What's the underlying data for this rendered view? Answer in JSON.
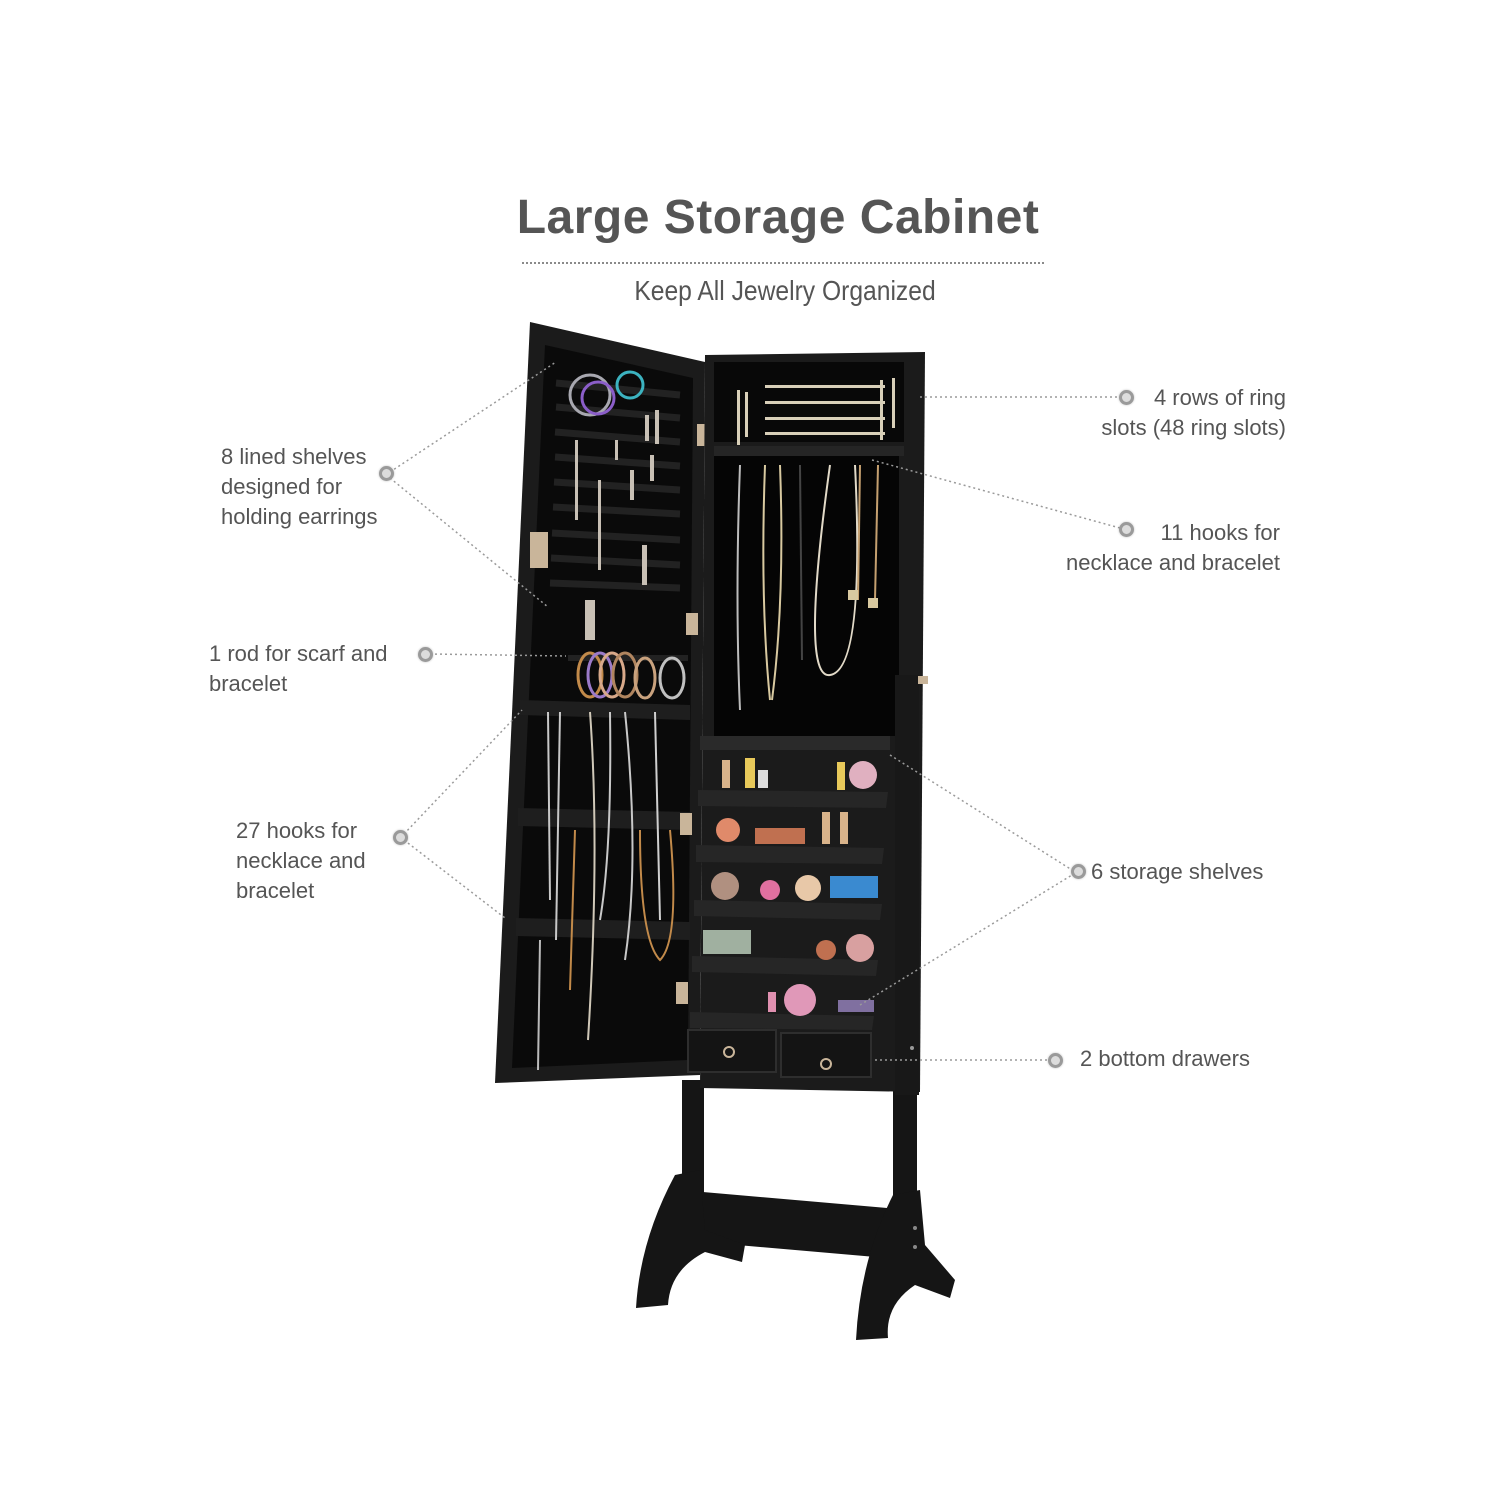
{
  "header": {
    "title": "Large Storage Cabinet",
    "subtitle": "Keep All Jewelry Organized"
  },
  "callouts": {
    "left": [
      {
        "lines": [
          "8 lined shelves",
          "designed for",
          "holding earrings"
        ]
      },
      {
        "lines": [
          "1 rod for scarf and",
          "bracelet"
        ]
      },
      {
        "lines": [
          "27 hooks for",
          "necklace and",
          "bracelet"
        ]
      }
    ],
    "right": [
      {
        "lines": [
          "4 rows of ring",
          "slots (48 ring slots)"
        ]
      },
      {
        "lines": [
          "11 hooks for",
          "necklace and bracelet"
        ]
      },
      {
        "lines": [
          "6 storage shelves"
        ]
      },
      {
        "lines": [
          "2 bottom drawers"
        ]
      }
    ]
  },
  "product": {
    "name": "jewelry-armoire-cabinet",
    "color": "#1a1a1a",
    "accent_colors": {
      "text": "#555555",
      "leader": "#9a9a9a",
      "cabinet": "#141414",
      "lining": "#050505",
      "metal": "#c9b59a"
    }
  }
}
